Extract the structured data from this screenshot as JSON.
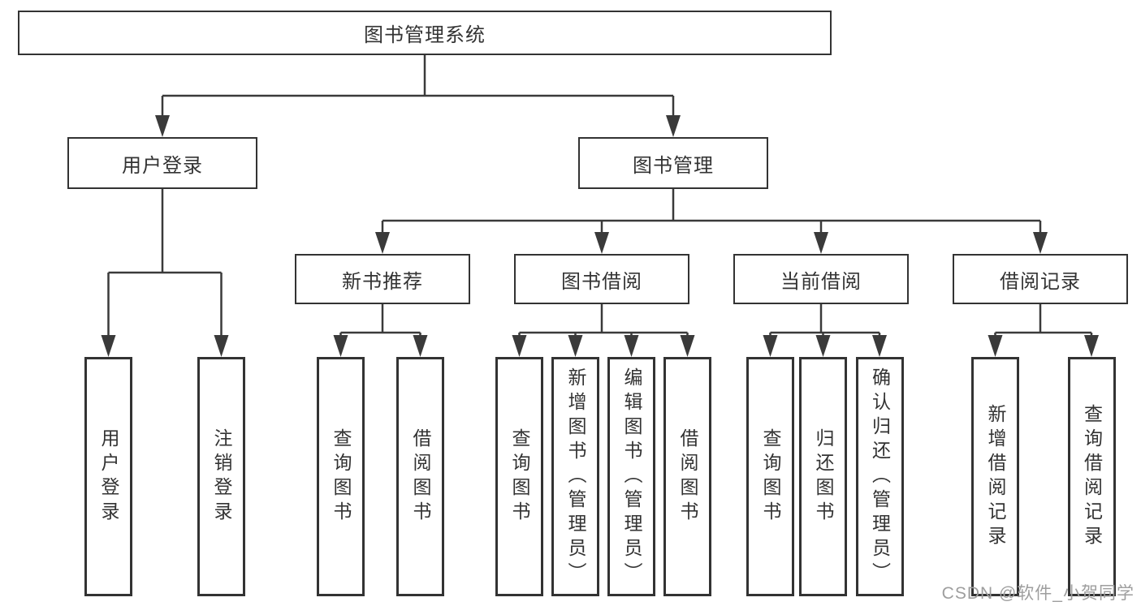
{
  "diagram": {
    "root": {
      "label": "图书管理系统",
      "children": {
        "user_login": {
          "label": "用户登录",
          "leaves": [
            "用户登录",
            "注销登录"
          ]
        },
        "book_management": {
          "label": "图书管理",
          "children": {
            "new_book_recommend": {
              "label": "新书推荐",
              "leaves": [
                "查询图书",
                "借阅图书"
              ]
            },
            "book_borrow": {
              "label": "图书借阅",
              "leaves": [
                "查询图书",
                "新增图书（管理员）",
                "编辑图书（管理员）",
                "借阅图书"
              ]
            },
            "current_borrow": {
              "label": "当前借阅",
              "leaves": [
                "查询图书",
                "归还图书",
                "确认归还（管理员）"
              ]
            },
            "borrow_records": {
              "label": "借阅记录",
              "leaves": [
                "新增借阅记录",
                "查询借阅记录"
              ]
            }
          }
        }
      }
    }
  },
  "watermark": {
    "text": "CSDN @软件_小贺同学"
  },
  "colors": {
    "line": "#3a3a3a",
    "box_border": "#333333",
    "text": "#333333",
    "watermark": "#9e9e9e",
    "background": "#ffffff"
  }
}
